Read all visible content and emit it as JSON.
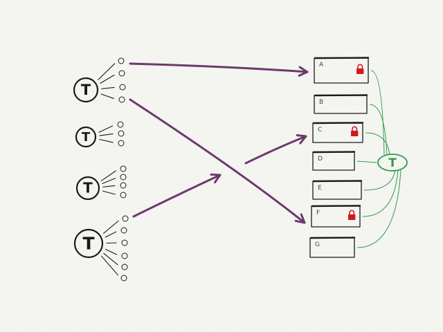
{
  "colors": {
    "paper": "#f4f4f1",
    "ink": "#1a1a1a",
    "arrow": "#6b3a6b",
    "connector": "#2e9b4e",
    "lock": "#d2191e"
  },
  "left_nodes": [
    {
      "glyph": "T",
      "circles": 4
    },
    {
      "glyph": "T",
      "circles": 3
    },
    {
      "glyph": "T",
      "circles": 4
    },
    {
      "glyph": "T",
      "circles": 6
    }
  ],
  "boxes": [
    {
      "label": "A",
      "locked": true
    },
    {
      "label": "B",
      "locked": false
    },
    {
      "label": "C",
      "locked": true
    },
    {
      "label": "D",
      "locked": false
    },
    {
      "label": "E",
      "locked": false
    },
    {
      "label": "F",
      "locked": true
    },
    {
      "label": "G",
      "locked": false
    }
  ],
  "right_node": {
    "glyph": "T"
  },
  "icons": {
    "lock": "lock-icon",
    "arrow": "arrow-head-icon"
  }
}
